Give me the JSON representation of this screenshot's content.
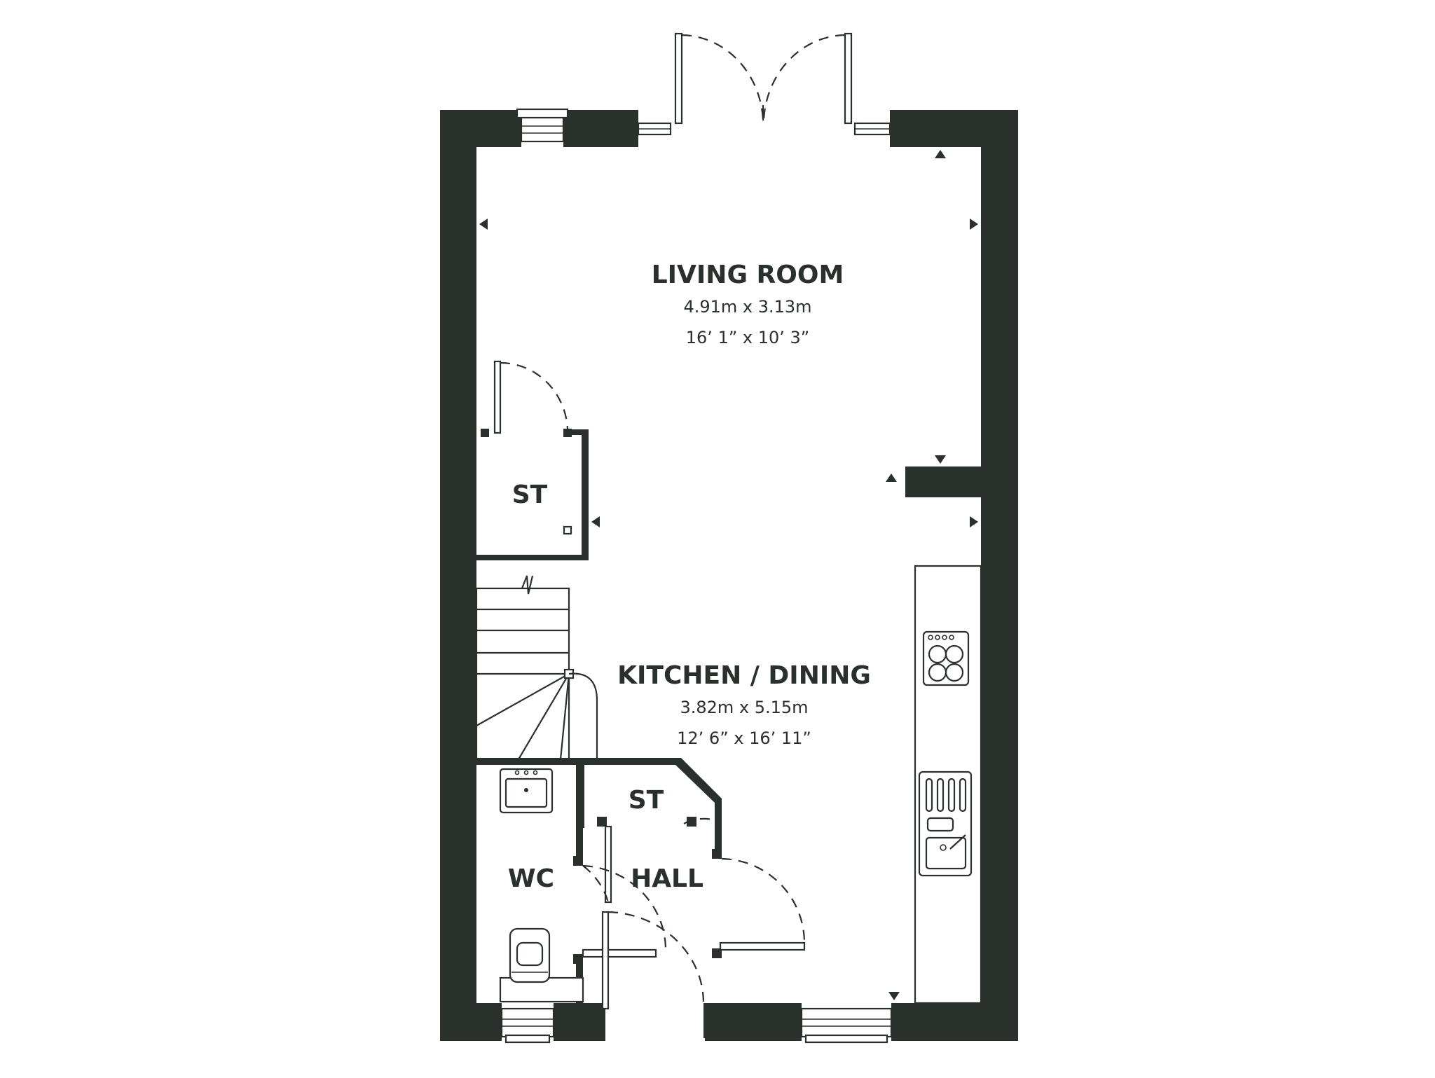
{
  "colors": {
    "wall": "#2a302c",
    "background": "#ffffff"
  },
  "rooms": {
    "living": {
      "name": "LIVING ROOM",
      "metric": "4.91m x 3.13m",
      "imperial": "16’ 1” x 10’ 3”"
    },
    "kitchen": {
      "name": "KITCHEN / DINING",
      "metric": "3.82m x 5.15m",
      "imperial": "12’ 6” x 16’ 11”"
    },
    "store_upper": {
      "name": "ST"
    },
    "store_lower": {
      "name": "ST"
    },
    "wc": {
      "name": "WC"
    },
    "hall": {
      "name": "HALL"
    }
  },
  "icons": [
    "hob-icon",
    "sink-icon",
    "basin-icon",
    "toilet-icon",
    "dimension-arrow-icon"
  ]
}
